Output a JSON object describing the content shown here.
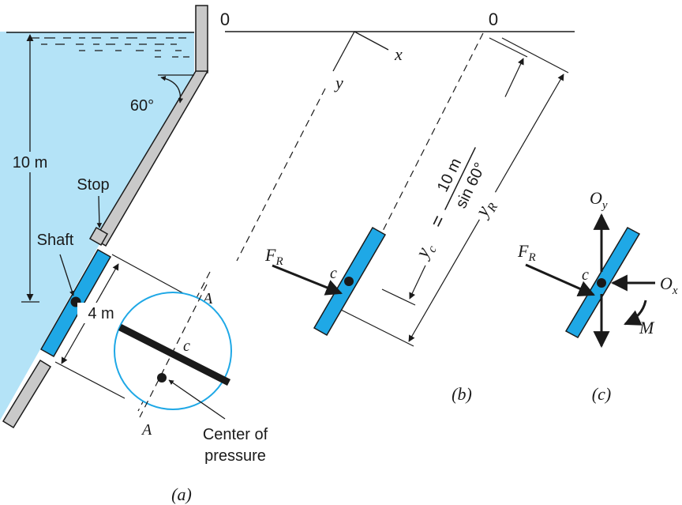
{
  "part_a": {
    "depth_label": "10 m",
    "angle_label": "60°",
    "stop_label": "Stop",
    "shaft_label": "Shaft",
    "gate_length_label": "4 m",
    "section_label_top": "A",
    "section_label_bottom": "A",
    "centroid_label": "c",
    "center_of_pressure_line1": "Center of",
    "center_of_pressure_line2": "pressure",
    "caption": "(a)"
  },
  "part_b": {
    "origin_left": "0",
    "origin_right": "0",
    "x_axis_label": "x",
    "y_axis_label": "y",
    "force_label": "F",
    "force_subscript": "R",
    "centroid_label": "c",
    "yc_symbol": "y",
    "yc_subscript": "c",
    "yc_equals": "=",
    "yc_numerator": "10 m",
    "yc_denominator": "sin 60°",
    "yr_symbol": "y",
    "yr_subscript": "R",
    "caption": "(b)"
  },
  "part_c": {
    "force_label": "F",
    "force_subscript": "R",
    "centroid_label": "c",
    "oy_symbol": "O",
    "oy_subscript": "y",
    "ox_symbol": "O",
    "ox_subscript": "x",
    "moment_label": "M",
    "caption": "(c)"
  },
  "colors": {
    "water": "#b4e3f7",
    "gate": "#1fa8e6",
    "wall": "#c9c9c9",
    "outline": "#1a1a1a",
    "circle": "#1fa8e6"
  }
}
